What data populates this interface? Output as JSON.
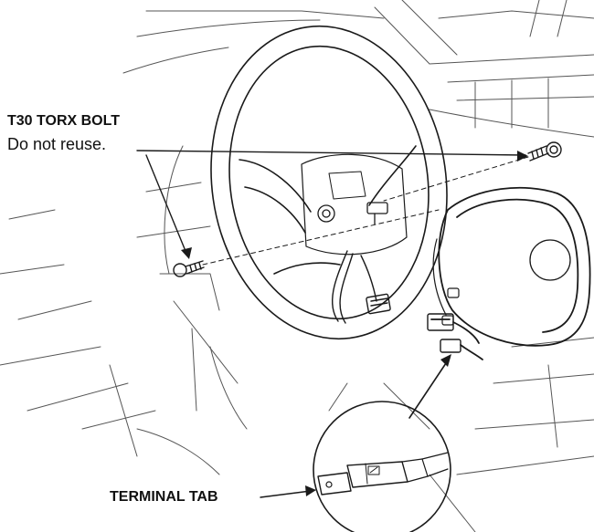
{
  "callouts": {
    "bolt_title": "T30 TORX BOLT",
    "bolt_note": "Do not reuse.",
    "terminal_tab": "TERMINAL TAB"
  },
  "colors": {
    "line": "#1a1a1a",
    "background": "#ffffff"
  }
}
